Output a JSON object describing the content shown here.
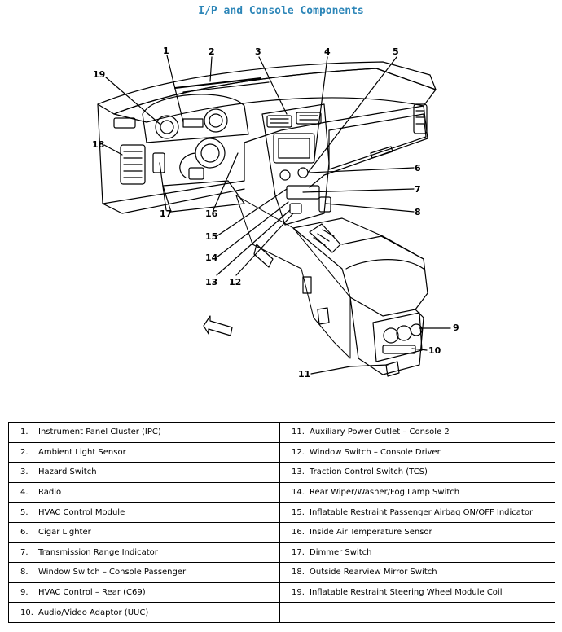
{
  "title": "I/P and Console Components",
  "callouts": [
    "1",
    "2",
    "3",
    "4",
    "5",
    "6",
    "7",
    "8",
    "9",
    "10",
    "11",
    "12",
    "13",
    "14",
    "15",
    "16",
    "17",
    "18",
    "19"
  ],
  "legend": {
    "left": [
      {
        "num": "1.",
        "label": "Instrument Panel Cluster (IPC)"
      },
      {
        "num": "2.",
        "label": "Ambient Light Sensor"
      },
      {
        "num": "3.",
        "label": "Hazard Switch"
      },
      {
        "num": "4.",
        "label": "Radio"
      },
      {
        "num": "5.",
        "label": "HVAC Control Module"
      },
      {
        "num": "6.",
        "label": "Cigar Lighter"
      },
      {
        "num": "7.",
        "label": "Transmission Range Indicator"
      },
      {
        "num": "8.",
        "label": "Window Switch – Console Passenger"
      },
      {
        "num": "9.",
        "label": "HVAC Control – Rear (C69)"
      },
      {
        "num": "10.",
        "label": "Audio/Video Adaptor (UUC)"
      }
    ],
    "right": [
      {
        "num": "11.",
        "label": "Auxiliary Power Outlet – Console 2"
      },
      {
        "num": "12.",
        "label": "Window Switch – Console Driver"
      },
      {
        "num": "13.",
        "label": "Traction Control Switch (TCS)"
      },
      {
        "num": "14.",
        "label": "Rear Wiper/Washer/Fog Lamp Switch"
      },
      {
        "num": "15.",
        "label": "Inflatable Restraint Passenger Airbag ON/OFF Indicator"
      },
      {
        "num": "16.",
        "label": "Inside Air Temperature Sensor"
      },
      {
        "num": "17.",
        "label": "Dimmer Switch"
      },
      {
        "num": "18.",
        "label": "Outside Rearview Mirror Switch"
      },
      {
        "num": "19.",
        "label": "Inflatable Restraint Steering Wheel Module Coil"
      },
      {
        "num": "",
        "label": ""
      }
    ]
  }
}
